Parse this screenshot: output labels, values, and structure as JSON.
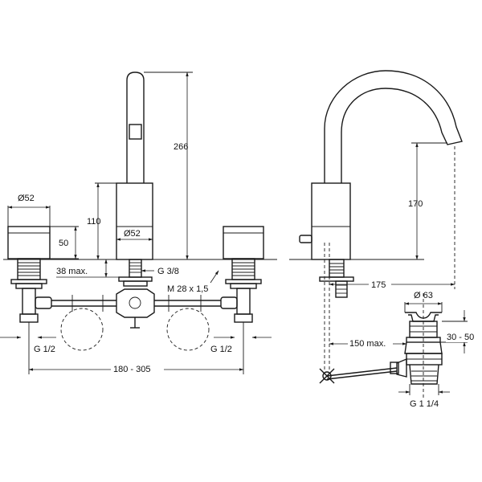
{
  "front_view": {
    "dimensions": {
      "diameter_knob": "Ø52",
      "height_total": "266",
      "height_body": "110",
      "height_knob": "50",
      "shank_max": "38 max.",
      "thread_spout": "G 3/8",
      "thread_mount": "M 28 x 1,5",
      "diameter_body": "Ø52",
      "inlet_left": "G 1/2",
      "inlet_right": "G 1/2",
      "spacing": "180 - 305"
    }
  },
  "side_view": {
    "dimensions": {
      "outlet_height": "170",
      "projection": "175",
      "waste_diameter": "Ø 63",
      "waste_height": "30 - 50",
      "lever_max": "150 max.",
      "waste_thread": "G 1 1/4"
    }
  }
}
